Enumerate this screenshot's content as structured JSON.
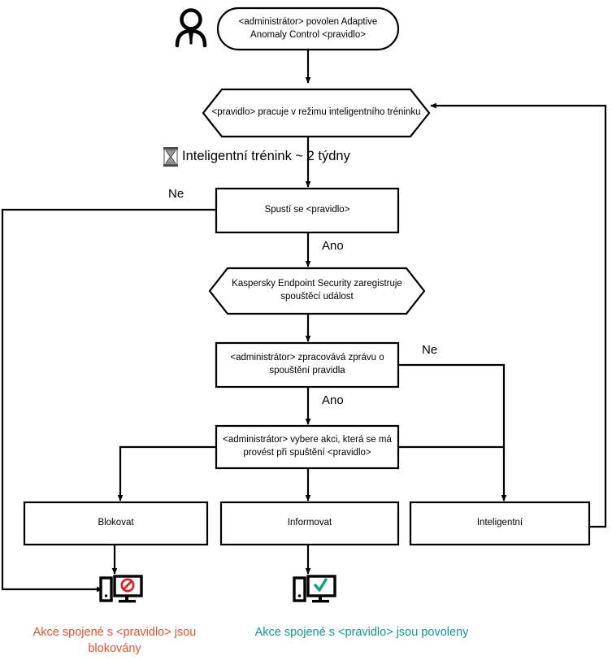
{
  "diagram": {
    "title": "Adaptive Anomaly Control rule workflow",
    "colors": {
      "stroke": "#000000",
      "fill": "#ffffff",
      "blocked_text": "#e8522c",
      "allowed_text": "#0f9c8a",
      "block_icon": "#e21b1b",
      "check_icon": "#0fa07f"
    },
    "nodes": {
      "actor": {
        "icon": "user-icon"
      },
      "start": {
        "label": "<administrátor> povolen Adaptive Anomaly Control <pravidlo>"
      },
      "training_mode": {
        "label": "<pravidlo> pracuje v režimu inteligentního tréninku"
      },
      "training_timer": {
        "icon": "hourglass-icon",
        "label": "Inteligentní trénink ~ 2 týdny"
      },
      "rule_triggers": {
        "label": "Spustí se <pravidlo>"
      },
      "kes_registers": {
        "label": "Kaspersky Endpoint Security zaregistruje spouštěcí událost"
      },
      "admin_processes": {
        "label": "<administrátor> zpracovává zprávu o spouštění pravidla"
      },
      "admin_selects": {
        "label": "<administrátor> vybere akci, která se má provést při spuštění <pravidlo>"
      },
      "action_block": {
        "label": "Blokovat"
      },
      "action_inform": {
        "label": "Informovat"
      },
      "action_smart": {
        "label": "Inteligentní"
      }
    },
    "edge_labels": {
      "rule_triggers_no": "Ne",
      "rule_triggers_yes": "Ano",
      "admin_processes_no": "Ne",
      "admin_processes_yes": "Ano"
    },
    "outcomes": {
      "blocked": {
        "icon": "computer-blocked-icon",
        "caption": "Akce spojené s <pravidlo> jsou blokovány"
      },
      "allowed": {
        "icon": "computer-allowed-icon",
        "caption": "Akce spojené s <pravidlo> jsou povoleny"
      }
    }
  }
}
